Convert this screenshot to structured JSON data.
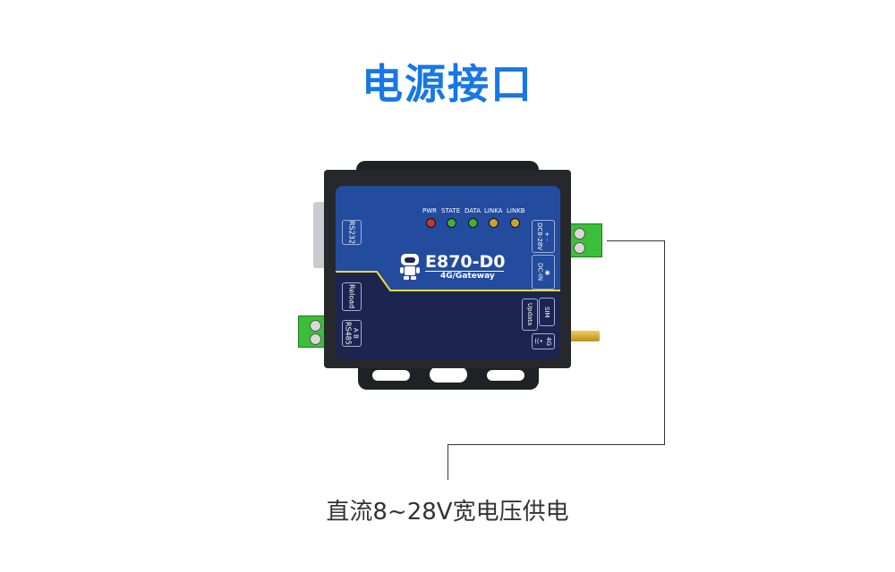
{
  "title": "电源接口",
  "device": {
    "model": "E870-D0",
    "subtitle": "4G/Gateway",
    "leds": [
      {
        "label": "PWR",
        "color": "#c0392b"
      },
      {
        "label": "STATE",
        "color": "#3fae3a"
      },
      {
        "label": "DATA",
        "color": "#3fae3a"
      },
      {
        "label": "LINKA",
        "color": "#c9a23a"
      },
      {
        "label": "LINKB",
        "color": "#c9a23a"
      }
    ],
    "ports": {
      "rs232": "RS232",
      "reload": "Reload",
      "rs485": "RS485",
      "rs485_ab": "A   B",
      "dc": "DC8-28V",
      "dc_pm": "+   -",
      "dcin": "DC-IN",
      "update": "Updata",
      "sim": "SIM",
      "fourg": "4G"
    }
  },
  "caption": "直流8~28V宽电压供电",
  "colors": {
    "title": "#1677e5",
    "panel": "#1c2550",
    "accent_line": "#f2dc2e",
    "terminal": "#3bbf3a"
  }
}
